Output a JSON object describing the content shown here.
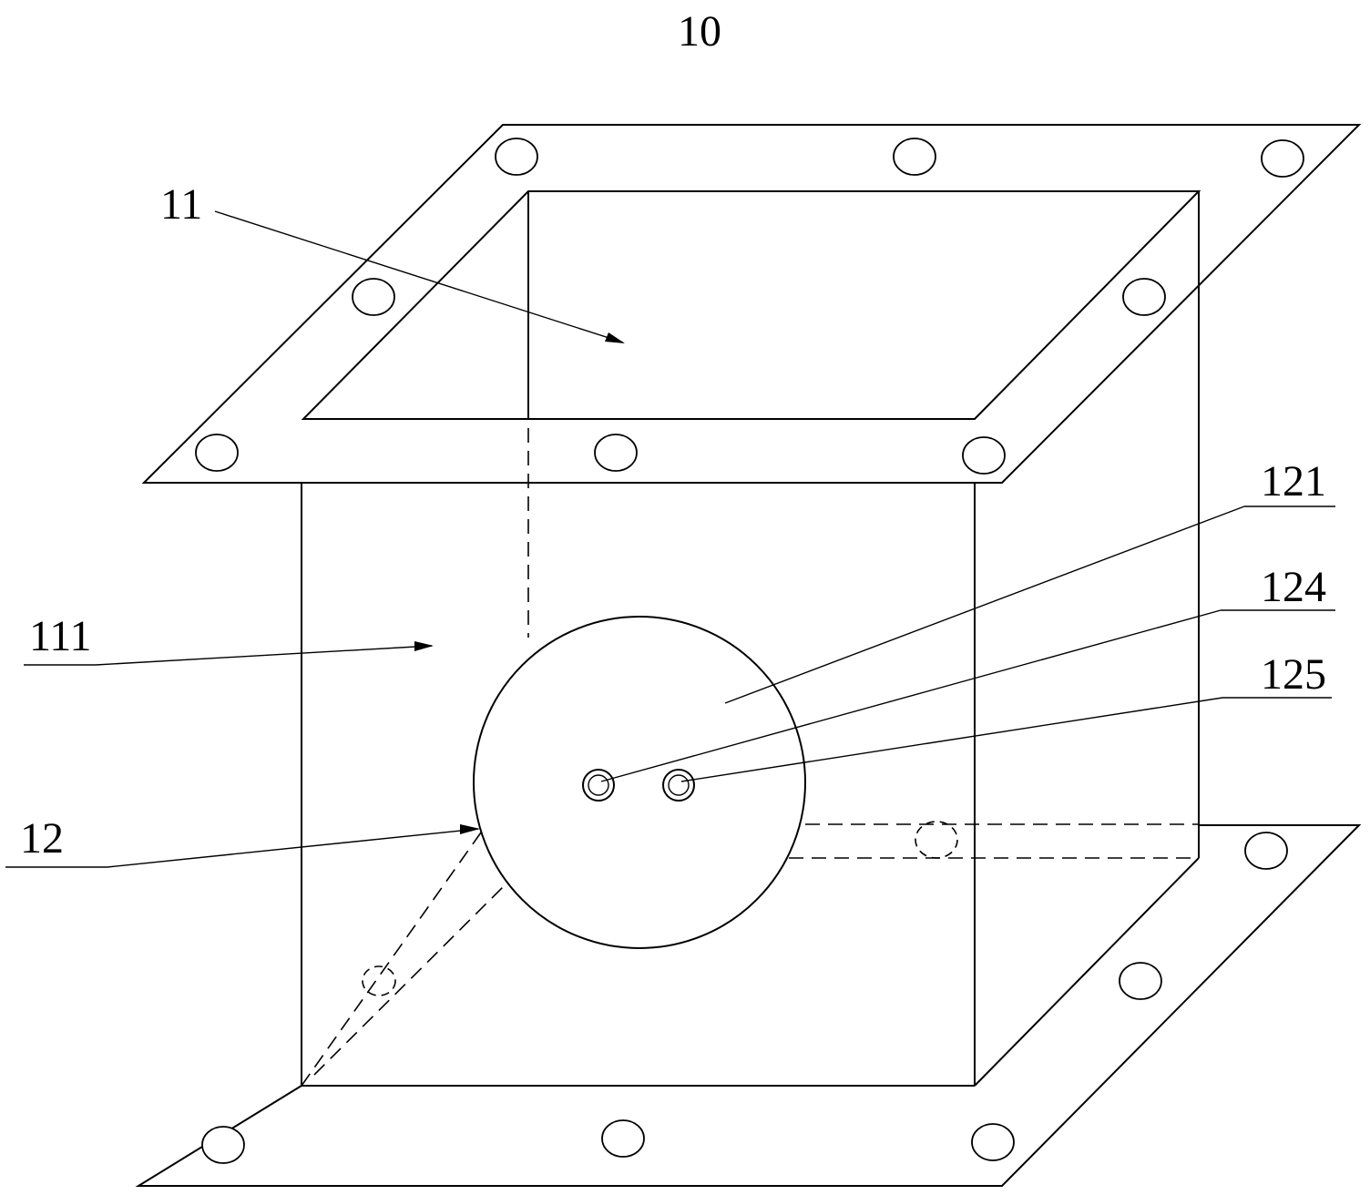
{
  "figure": {
    "title": "10",
    "labels": {
      "l11": "11",
      "l111": "111",
      "l12": "12",
      "l121": "121",
      "l124": "124",
      "l125": "125"
    }
  }
}
